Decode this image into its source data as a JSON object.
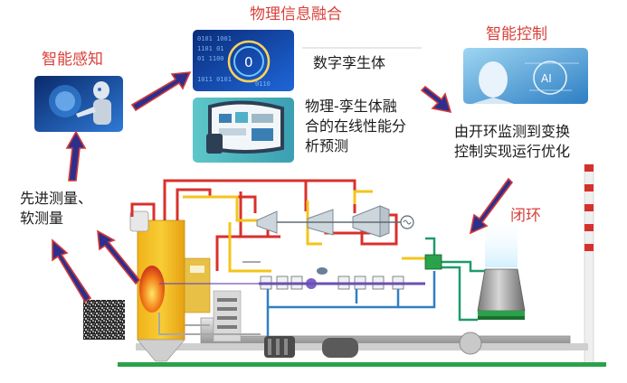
{
  "labels": {
    "fusion_title": "物理信息融合",
    "smart_sensing": "智能感知",
    "smart_control": "智能控制",
    "digital_twin": "数字孪生体",
    "online_perf_1": "物理-孪生体融",
    "online_perf_2": "合的在线性能分",
    "online_perf_3": "析预测",
    "control_1": "由开环监测到变换",
    "control_2": "控制实现运行优化",
    "measure_1": "先进测量、",
    "measure_2": "软测量",
    "closed_loop": "闭环"
  },
  "colors": {
    "title_red": "#d8413a",
    "arrow_fill": "#2e2f8c",
    "arrow_edge": "#d23a3a",
    "pipe_red": "#d9302c",
    "pipe_yellow": "#f3c51b",
    "pipe_blue": "#2f7fc4",
    "pipe_green": "#1f9b6a",
    "pipe_purple": "#6b4fb3",
    "ground_green": "#2aa24a"
  },
  "icons": {
    "sensing_tile": "robot-hand-icon",
    "fusion_tile": "binary-data-icon",
    "twin_tile": "monitor-dashboard-icon",
    "control_tile": "ai-head-icon",
    "sensor_tile": "noise-texture-icon"
  }
}
